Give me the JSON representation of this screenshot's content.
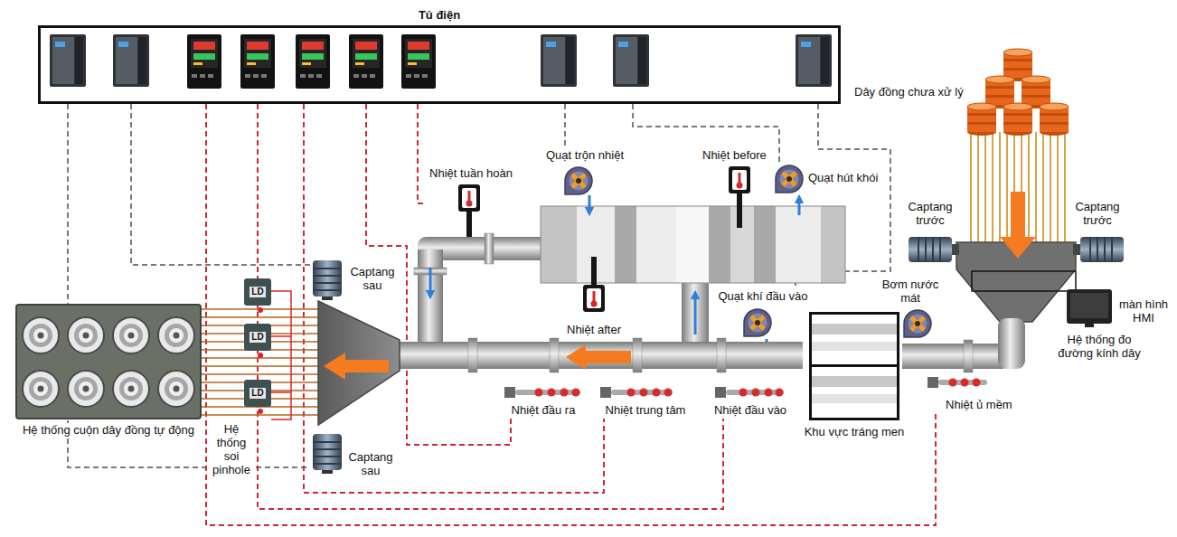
{
  "diagram": {
    "nodes": [
      {
        "text": [
          "Tủ điện"
        ]
      },
      {
        "text": [
          "Quạt trộn nhiệt"
        ]
      },
      {
        "text": [
          "Quạt hút khói"
        ]
      },
      {
        "text": [
          "Nhiệt tuần hoàn"
        ]
      },
      {
        "text": [
          "Captang sau"
        ]
      },
      {
        "text": [
          "Quạt khí đầu vào"
        ]
      },
      {
        "text": [
          "Hệ thống cuộn dây đồng tự động"
        ]
      },
      {
        "text": [
          "LD"
        ]
      },
      {
        "text": [
          "LD"
        ]
      },
      {
        "text": [
          "LD"
        ]
      },
      {
        "text": [
          "Khu vực tráng men"
        ]
      },
      {
        "text": [
          "Nhiệt đầu ra"
        ]
      },
      {
        "text": [
          "Nhiệt trung tâm"
        ]
      },
      {
        "text": [
          "Nhiệt đầu vào"
        ]
      },
      {
        "text": [
          "Nhiệt ủ mềm"
        ]
      },
      {
        "text": [
          "Captang sau"
        ]
      }
    ],
    "edges": [
      {
        "from": 0,
        "to": 15,
        "arrow": "none"
      },
      {
        "from": 0,
        "to": 4,
        "arrow": "none"
      },
      {
        "from": 0,
        "to": 14,
        "arrow": "none"
      },
      {
        "from": 0,
        "to": 13,
        "arrow": "none"
      },
      {
        "from": 0,
        "to": 12,
        "arrow": "none"
      },
      {
        "from": 0,
        "to": 11,
        "arrow": "none"
      },
      {
        "from": 0,
        "to": 3,
        "arrow": "none"
      },
      {
        "from": 0,
        "to": 1,
        "arrow": "none"
      },
      {
        "from": 0,
        "to": 2,
        "arrow": "none"
      },
      {
        "from": 0,
        "to": 5,
        "arrow": "none"
      }
    ],
    "labels": [
      "Dây đồng chưa xử lý",
      "Nhiệt before",
      "Captang trước",
      "Captang trước",
      "Nhiệt after",
      "Bơm nước mát",
      "màn hình HMI",
      "Hệ thống đo đường kính dây",
      "Hệ thống soi pinhole"
    ]
  }
}
